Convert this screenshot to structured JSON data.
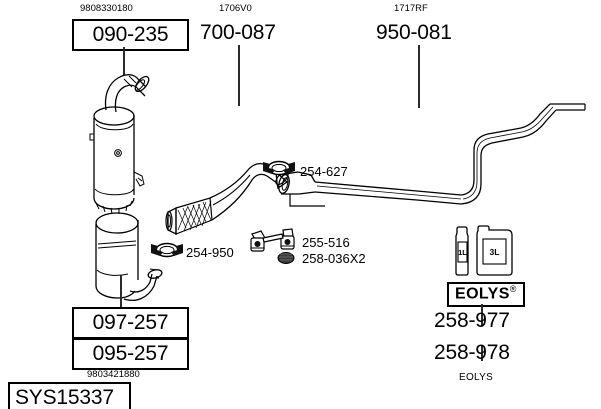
{
  "diagram": {
    "title": "SYS15337",
    "system": "Exhaust system parts diagram"
  },
  "top_labels": [
    {
      "oem": "9808330180",
      "code": "090-235",
      "boxed": true
    },
    {
      "oem": "1706V0",
      "code": "700-087",
      "boxed": false
    },
    {
      "oem": "1717RF",
      "code": "950-081",
      "boxed": false
    }
  ],
  "bottom_left": {
    "code_a": "097-257",
    "code_b": "095-257",
    "oem": "9803421880",
    "system_code": "SYS15337"
  },
  "center_callouts": [
    {
      "name": "clamp-254-627",
      "label": "254-627"
    },
    {
      "name": "clamp-254-950",
      "label": "254-950"
    },
    {
      "name": "hanger-255-516",
      "label": "255-516"
    },
    {
      "name": "nut-258-036",
      "label": "258-036X2"
    }
  ],
  "eolys": {
    "brand": "EOLYS",
    "registered": "®",
    "bottle_small": "1L",
    "bottle_large": "3L",
    "code_a": "258-977",
    "code_b": "258-978",
    "caption": "EOLYS"
  },
  "colors": {
    "line": "#000000",
    "leader": "#2b2b2b",
    "background": "#ffffff"
  }
}
